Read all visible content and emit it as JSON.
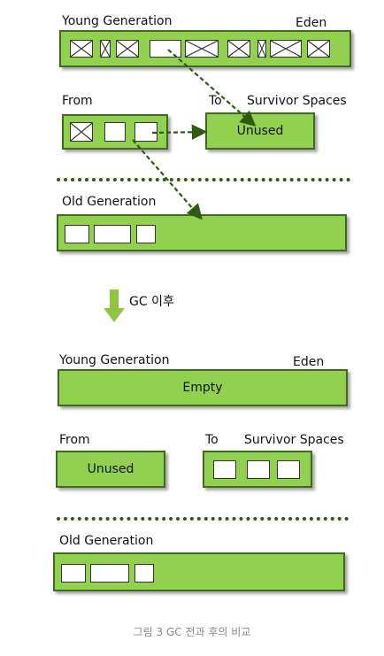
{
  "before": {
    "young_label": "Young Generation",
    "eden_label": "Eden",
    "from_label": "From",
    "to_label": "To",
    "survivor_label": "Survivor Spaces",
    "to_box_text": "Unused",
    "old_label": "Old Generation"
  },
  "transition": {
    "label": "GC 이후",
    "arrow_icon": "down-arrow-icon"
  },
  "after": {
    "young_label": "Young Generation",
    "eden_label": "Eden",
    "eden_box_text": "Empty",
    "from_label": "From",
    "from_box_text": "Unused",
    "to_label": "To",
    "survivor_label": "Survivor Spaces",
    "old_label": "Old Generation"
  },
  "caption": "그림 3 GC 전과 후의 비교",
  "colors": {
    "box_fill": "#92d050",
    "box_border": "#3e6b1d",
    "arrow": "#8fc641",
    "dotted": "#2f5a12"
  }
}
